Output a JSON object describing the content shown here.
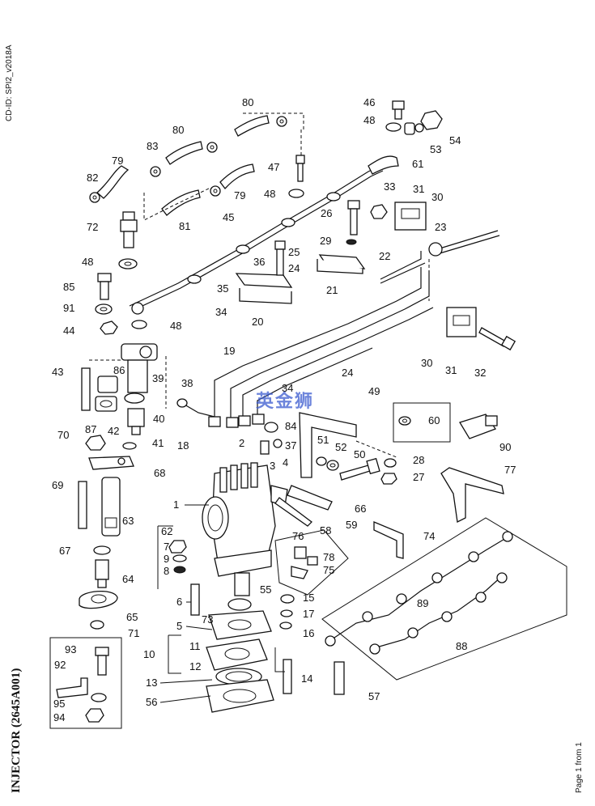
{
  "document": {
    "id_label": "CD-ID: SPI2_v2018A",
    "title": "INJECTOR (2645A001)",
    "page_label": "Page 1 from 1",
    "watermark": "英金狮"
  },
  "callouts": {
    "c1": "1",
    "c2": "2",
    "c3": "3",
    "c4": "4",
    "c5": "5",
    "c6": "6",
    "c7": "7",
    "c8": "8",
    "c9": "9",
    "c10": "10",
    "c11": "11",
    "c12": "12",
    "c13": "13",
    "c14": "14",
    "c15": "15",
    "c16": "16",
    "c17": "17",
    "c18": "18",
    "c19": "19",
    "c20": "20",
    "c21": "21",
    "c22": "22",
    "c23": "23",
    "c24a": "24",
    "c24b": "24",
    "c25": "25",
    "c26": "26",
    "c27": "27",
    "c28": "28",
    "c29": "29",
    "c30a": "30",
    "c30b": "30",
    "c31a": "31",
    "c31b": "31",
    "c32": "32",
    "c33": "33",
    "c34a": "34",
    "c34b": "34",
    "c35": "35",
    "c36": "36",
    "c37": "37",
    "c38": "38",
    "c39": "39",
    "c40": "40",
    "c41": "41",
    "c42": "42",
    "c43": "43",
    "c44": "44",
    "c45": "45",
    "c46": "46",
    "c47": "47",
    "c48a": "48",
    "c48b": "48",
    "c48c": "48",
    "c48d": "48",
    "c49": "49",
    "c50": "50",
    "c51": "51",
    "c52": "52",
    "c53": "53",
    "c54": "54",
    "c55": "55",
    "c56": "56",
    "c57": "57",
    "c58": "58",
    "c59": "59",
    "c60": "60",
    "c61": "61",
    "c62": "62",
    "c63": "63",
    "c64": "64",
    "c65": "65",
    "c66": "66",
    "c67": "67",
    "c68": "68",
    "c69": "69",
    "c70": "70",
    "c71": "71",
    "c72": "72",
    "c73": "73",
    "c74": "74",
    "c75": "75",
    "c76": "76",
    "c77": "77",
    "c78": "78",
    "c79a": "79",
    "c79b": "79",
    "c80a": "80",
    "c80b": "80",
    "c81": "81",
    "c82": "82",
    "c83": "83",
    "c84": "84",
    "c85": "85",
    "c86": "86",
    "c87": "87",
    "c88": "88",
    "c89": "89",
    "c90": "90",
    "c91": "91",
    "c92": "92",
    "c93": "93",
    "c94": "94",
    "c95": "95"
  }
}
